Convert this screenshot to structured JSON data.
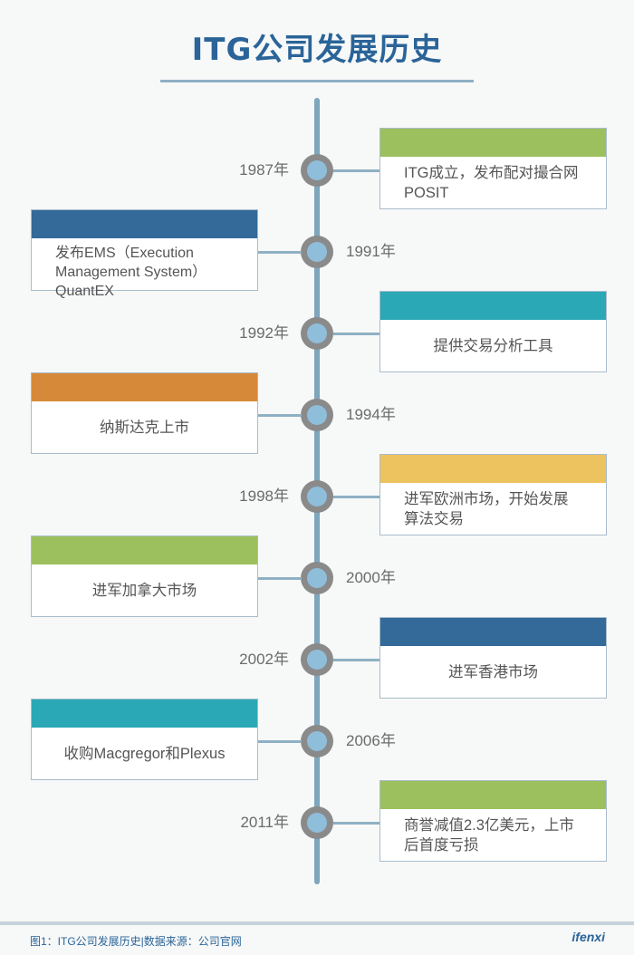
{
  "title": "ITG公司发展历史",
  "colors": {
    "title": "#2a6498",
    "green": "#9dc05e",
    "darkblue": "#336a9a",
    "teal": "#2ba8b5",
    "orange": "#d68a39",
    "yellow": "#edc35f"
  },
  "events": [
    {
      "year": "1987年",
      "text": "ITG成立，发布配对撮合网POSIT",
      "side": "right",
      "color": "#9dc05e"
    },
    {
      "year": "1991年",
      "text": "发布EMS（Execution Management System）QuantEX",
      "side": "left",
      "color": "#336a9a"
    },
    {
      "year": "1992年",
      "text": "提供交易分析工具",
      "side": "right",
      "color": "#2ba8b5"
    },
    {
      "year": "1994年",
      "text": "纳斯达克上市",
      "side": "left",
      "color": "#d68a39"
    },
    {
      "year": "1998年",
      "text": "进军欧洲市场，开始发展算法交易",
      "side": "right",
      "color": "#edc35f"
    },
    {
      "year": "2000年",
      "text": "进军加拿大市场",
      "side": "left",
      "color": "#9dc05e"
    },
    {
      "year": "2002年",
      "text": "进军香港市场",
      "side": "right",
      "color": "#336a9a"
    },
    {
      "year": "2006年",
      "text": "收购Macgregor和Plexus",
      "side": "left",
      "color": "#2ba8b5"
    },
    {
      "year": "2011年",
      "text": "商誉减值2.3亿美元，上市后首度亏损",
      "side": "right",
      "color": "#9dc05e"
    }
  ],
  "footer": {
    "caption": "图1：ITG公司发展历史|数据来源：公司官网",
    "brand": "ifenxi"
  }
}
